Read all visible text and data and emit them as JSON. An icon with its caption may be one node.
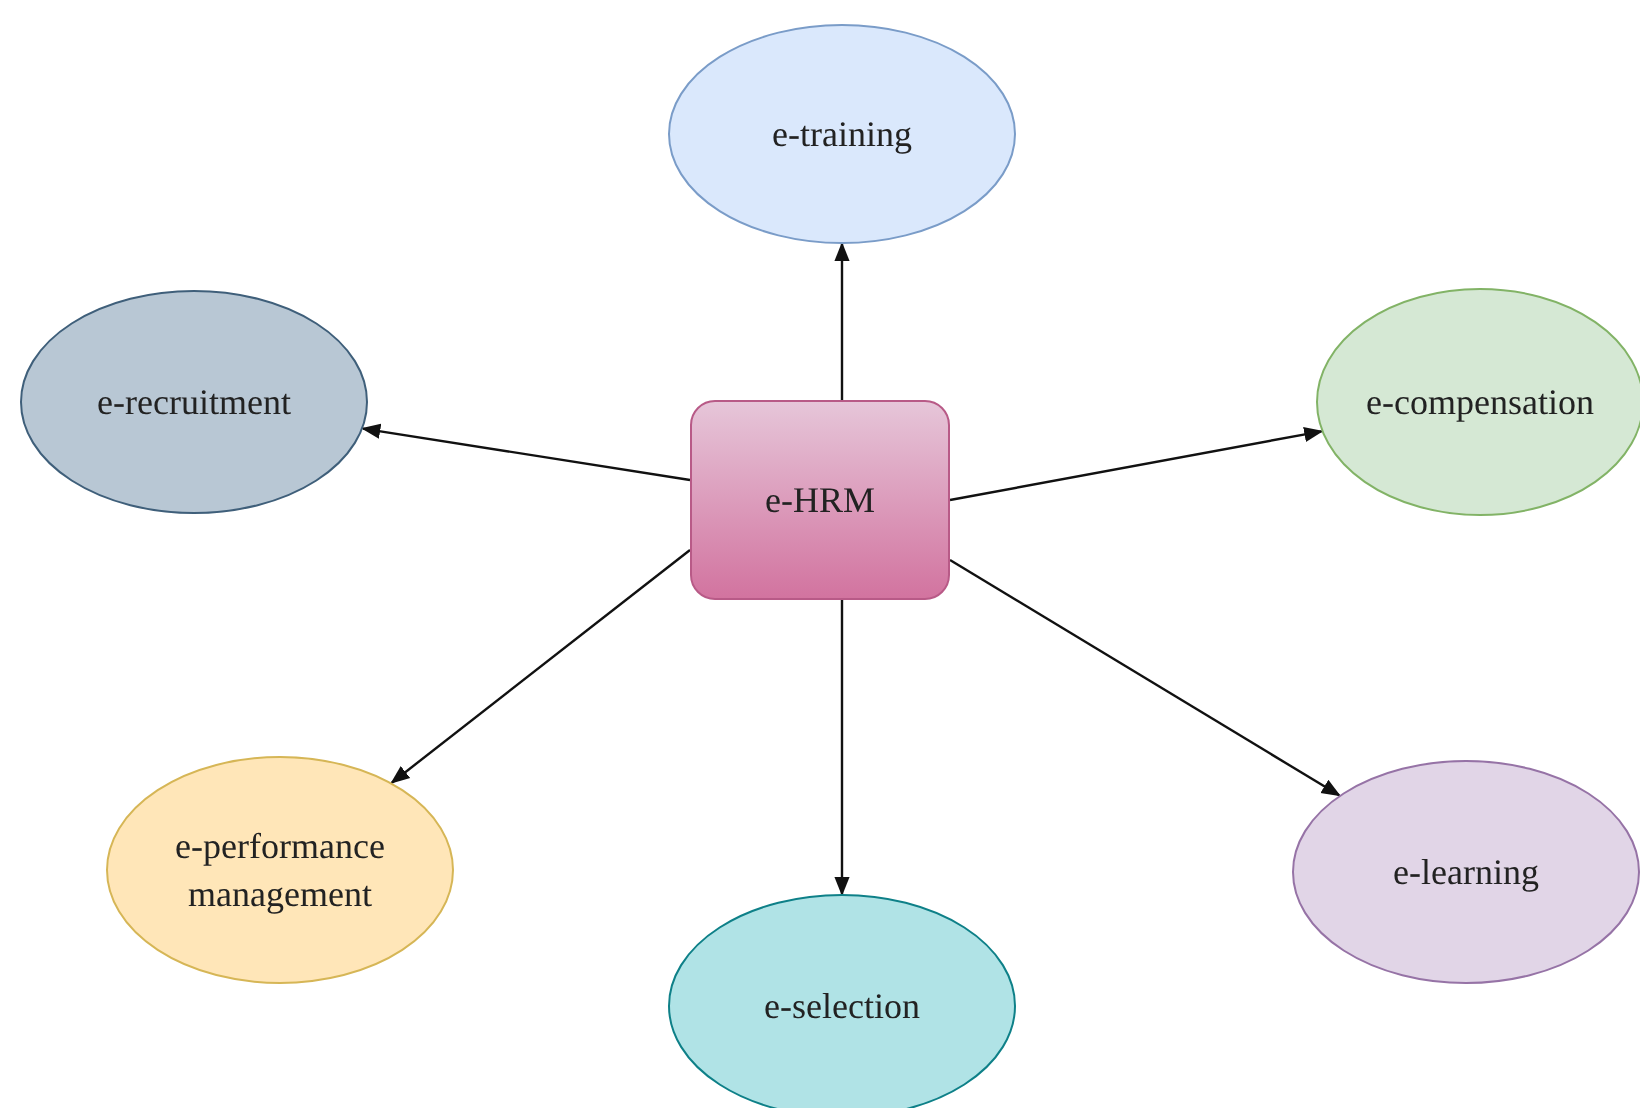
{
  "diagram": {
    "nodes": [
      {
        "text": [
          "e-HRM"
        ]
      },
      {
        "text": [
          "e-training"
        ]
      },
      {
        "text": [
          "e-recruitment"
        ]
      },
      {
        "text": [
          "e-compensation"
        ]
      },
      {
        "text": [
          "e-performance management"
        ]
      },
      {
        "text": [
          "e-selection"
        ]
      },
      {
        "text": [
          "e-learning"
        ]
      }
    ],
    "edges": [
      {
        "from": 0,
        "to": 1,
        "arrow": "to"
      },
      {
        "from": 0,
        "to": 2,
        "arrow": "to"
      },
      {
        "from": 0,
        "to": 3,
        "arrow": "to"
      },
      {
        "from": 0,
        "to": 4,
        "arrow": "to"
      },
      {
        "from": 0,
        "to": 5,
        "arrow": "to"
      },
      {
        "from": 0,
        "to": 6,
        "arrow": "to"
      }
    ]
  }
}
